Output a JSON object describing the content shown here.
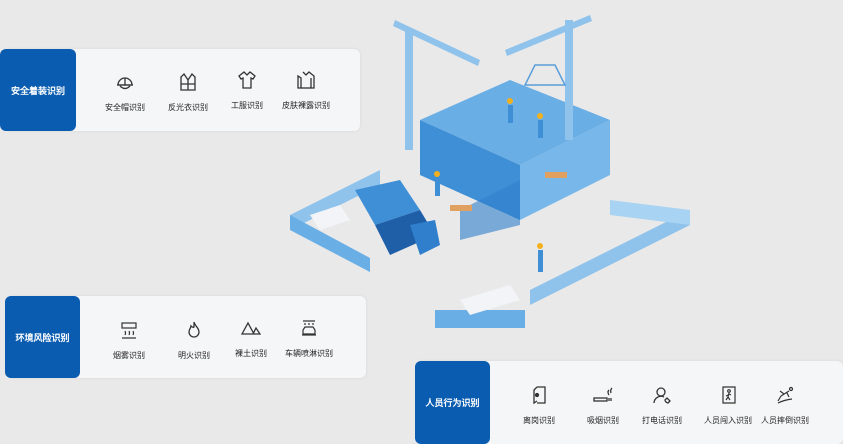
{
  "sections": [
    {
      "title": "安全着装识别",
      "items": [
        {
          "label": "安全帽识别",
          "icon": "helmet-icon"
        },
        {
          "label": "反光衣识别",
          "icon": "vest-icon"
        },
        {
          "label": "工服识别",
          "icon": "shirt-icon"
        },
        {
          "label": "皮肤裸露识别",
          "icon": "shirt-icon"
        }
      ]
    },
    {
      "title": "环境风险识别",
      "items": [
        {
          "label": "烟雾识别",
          "icon": "smoke-icon"
        },
        {
          "label": "明火识别",
          "icon": "fire-icon"
        },
        {
          "label": "裸土识别",
          "icon": "mountain-icon"
        },
        {
          "label": "车辆喷淋识别",
          "icon": "car-wash-icon"
        }
      ]
    },
    {
      "title": "人员行为识别",
      "items": [
        {
          "label": "离岗识别",
          "icon": "exit-door-icon"
        },
        {
          "label": "吸烟识别",
          "icon": "cigarette-icon"
        },
        {
          "label": "打电话识别",
          "icon": "phone-call-icon"
        },
        {
          "label": "人员闯入识别",
          "icon": "intrusion-icon"
        },
        {
          "label": "人员摔倒识别",
          "icon": "fall-icon"
        }
      ]
    }
  ],
  "colors": {
    "accent": "#0a5cb0",
    "card": "#f5f6f8",
    "background": "#e9e9e9"
  }
}
